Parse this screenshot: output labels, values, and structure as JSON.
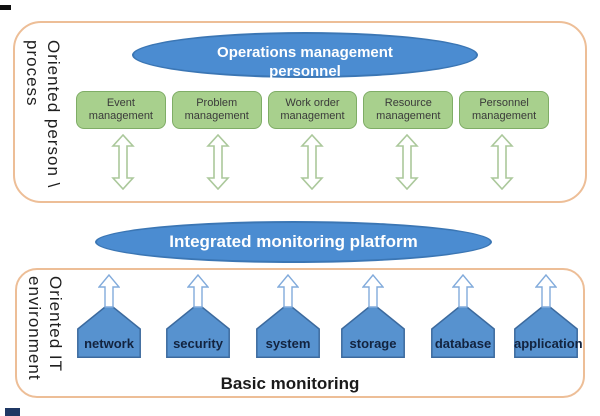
{
  "colors": {
    "blue_fill": "#4b8cd1",
    "blue_border": "#3b76b4",
    "green_fill": "#a8d08d",
    "green_border": "#7fad66",
    "house_fill": "#5792cf",
    "house_border": "#3c6a9e",
    "frame_border": "#edbe97",
    "green_arrow_outline": "#abc89b",
    "blue_arrow_outline": "#82abdb"
  },
  "top_section": {
    "side_label": {
      "line1": "Oriented person \\",
      "line2": "process"
    },
    "ellipse": {
      "line1": "Operations management",
      "line2": "personnel"
    },
    "boxes": [
      {
        "line1": "Event",
        "line2": "management"
      },
      {
        "line1": "Problem",
        "line2": "management"
      },
      {
        "line1": "Work order",
        "line2": "management"
      },
      {
        "line1": "Resource",
        "line2": "management"
      },
      {
        "line1": "Personnel",
        "line2": "management"
      }
    ]
  },
  "platform": {
    "label": "Integrated monitoring platform"
  },
  "bottom_section": {
    "side_label": {
      "line1": "Oriented IT",
      "line2": "environment"
    },
    "houses": [
      "network",
      "security",
      "system",
      "storage",
      "database",
      "application"
    ],
    "caption": "Basic monitoring"
  }
}
